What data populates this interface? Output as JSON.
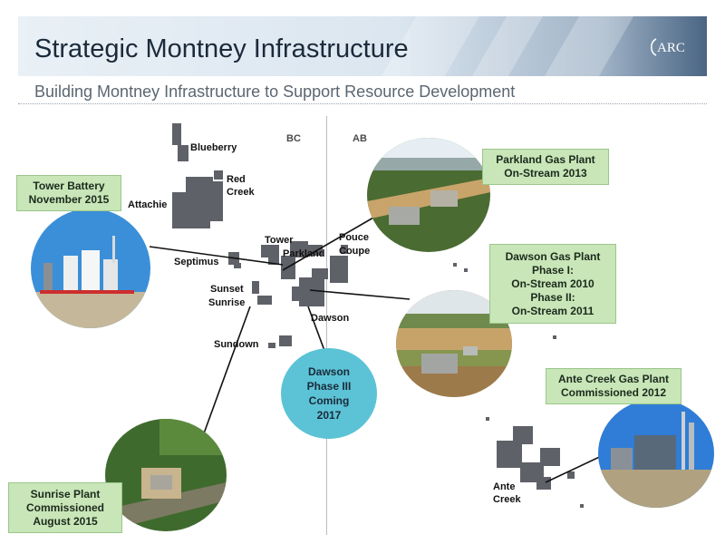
{
  "header": {
    "title": "Strategic Montney Infrastructure",
    "subtitle": "Building Montney Infrastructure to Support Resource Development",
    "logo_text": "ARC"
  },
  "provinces": {
    "left": "BC",
    "right": "AB"
  },
  "locations": {
    "blueberry": "Blueberry",
    "red": "Red",
    "creek": "Creek",
    "attachie": "Attachie",
    "tower": "Tower",
    "parkland": "Parkland",
    "pouce": "Pouce",
    "coupe": "Coupe",
    "septimus": "Septimus",
    "sunset": "Sunset",
    "sunrise": "Sunrise",
    "dawson": "Dawson",
    "sundown": "Sundown",
    "ante": "Ante",
    "ante_creek": "Creek"
  },
  "callouts": {
    "tower_battery": [
      "Tower Battery",
      "November 2015"
    ],
    "parkland_gas": [
      "Parkland Gas Plant",
      "On-Stream 2013"
    ],
    "dawson_gas": [
      "Dawson Gas Plant",
      "Phase I:",
      "On-Stream 2010",
      "Phase II:",
      "On-Stream 2011"
    ],
    "ante_creek": [
      "Ante Creek Gas Plant",
      "Commissioned 2012"
    ],
    "sunrise_plant": [
      "Sunrise Plant",
      "Commissioned",
      "August 2015"
    ],
    "dawson_phase3": [
      "Dawson",
      "Phase III",
      "Coming",
      "2017"
    ]
  },
  "colors": {
    "callout_bg": "#c8e6b8",
    "bubble": "#5bc3d5",
    "landholdings": "#5f6168"
  }
}
